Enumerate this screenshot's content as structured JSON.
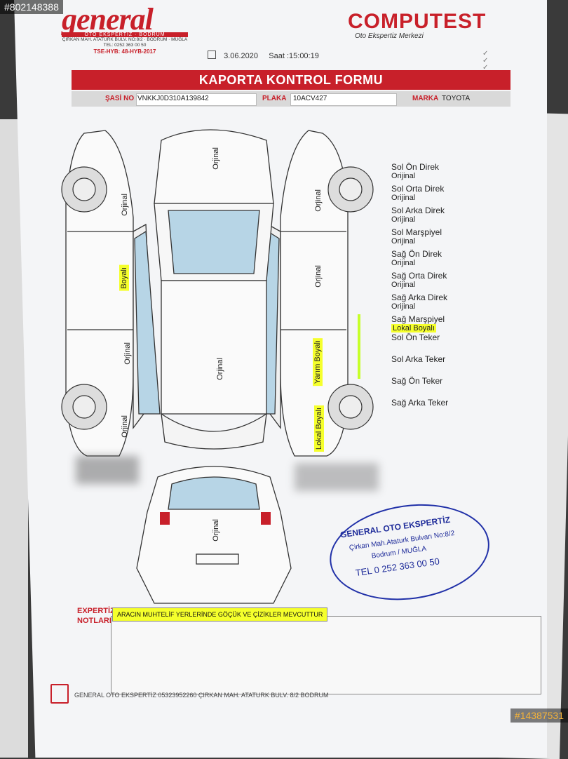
{
  "watermark": {
    "id_top": "#802148388",
    "id_bottom": "#14387531"
  },
  "general_logo": {
    "name": "general",
    "sub": "OTO EKSPERTİZ · BODRUM",
    "address": "ÇIRKAN MAH. ATATÜRK BULV. NO:8/2 · BODRUM · MUĞLA",
    "phone": "TEL: 0252 363 00 50",
    "tse": "TSE-HYB: 48-HYB-2017"
  },
  "computest_logo": {
    "name": "COMPUTEST",
    "tagline": "Oto Ekspertiz Merkezi"
  },
  "date": "3.06.2020",
  "time": "Saat :15:00:19",
  "title": "KAPORTA KONTROL FORMU",
  "vehicle": {
    "chassis_label": "ŞASİ NO",
    "chassis": "VNKKJ0D310A139842",
    "plate_label": "PLAKA",
    "plate": "10ACV427",
    "brand_label": "MARKA",
    "brand": "TOYOTA"
  },
  "diagram_labels": {
    "hood": "Orjinal",
    "roof": "Orjinal",
    "rear": "Orjinal",
    "left_front_fender": "Orjinal",
    "left_front_door": "Boyalı",
    "left_rear_door": "Orjinal",
    "left_rear_fender": "Orjinal",
    "right_front_fender": "Orjinal",
    "right_front_door": "Orjinal",
    "right_rear_door": "Yarım Boyalı",
    "right_rear_fender": "Lokal Boyalı"
  },
  "parts": [
    {
      "name": "Sol Ön Direk",
      "value": "Orijinal"
    },
    {
      "name": "Sol Orta Direk",
      "value": "Orijinal"
    },
    {
      "name": "Sol Arka Direk",
      "value": "Orijinal"
    },
    {
      "name": "Sol Marşpiyel",
      "value": "Orijinal"
    },
    {
      "name": "Sağ Ön Direk",
      "value": "Orijinal"
    },
    {
      "name": "Sağ Orta Direk",
      "value": "Orijinal"
    },
    {
      "name": "Sağ Arka Direk",
      "value": "Orijinal"
    },
    {
      "name": "Sağ Marşpiyel",
      "value": "Lokal Boyalı"
    },
    {
      "name": "Sol Ön Teker",
      "value": ""
    },
    {
      "name": "Sol Arka Teker",
      "value": ""
    },
    {
      "name": "Sağ Ön Teker",
      "value": ""
    },
    {
      "name": "Sağ Arka Teker",
      "value": ""
    }
  ],
  "stamp": {
    "line1": "GENERAL OTO EKSPERTİZ",
    "line2": "Çirkan Mah.Ataturk Bulvarı No:8/2",
    "line3": "Bodrum / MUĞLA",
    "line4": "TEL   0 252 363 00 50"
  },
  "notes": {
    "label": "EXPERTİZ NOTLARI",
    "text": "ARACIN MUHTELİF YERLERİNDE GÖÇÜK VE ÇİZİKLER MEVCUTTUR"
  },
  "footer": "GENERAL OTO EKSPERTİZ 05323952260 ÇIRKAN MAH. ATATURK BULV. 8/2 BODRUM",
  "colors": {
    "brand_red": "#c8202a",
    "highlight": "#f5ff2c",
    "stamp_blue": "#1f2c9a"
  }
}
